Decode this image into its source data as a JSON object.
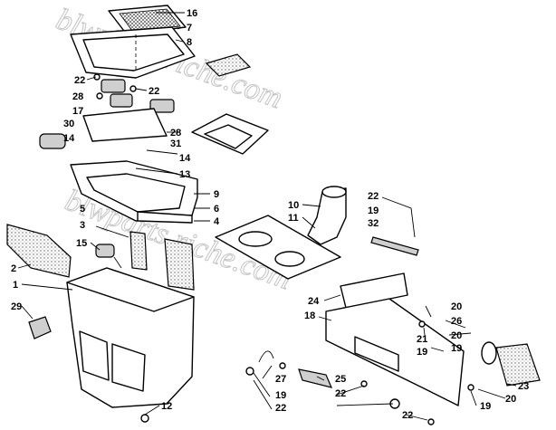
{
  "watermark": "blwparts.riche.com",
  "callouts": [
    "16",
    "7",
    "8",
    "22",
    "28",
    "17",
    "30",
    "14",
    "22",
    "28",
    "31",
    "14",
    "13",
    "9",
    "5",
    "6",
    "3",
    "4",
    "15",
    "2",
    "1",
    "29",
    "10",
    "11",
    "22",
    "19",
    "32",
    "24",
    "18",
    "20",
    "26",
    "21",
    "19",
    "20",
    "19",
    "23",
    "27",
    "25",
    "22",
    "19",
    "22",
    "20",
    "19",
    "12",
    "22"
  ]
}
